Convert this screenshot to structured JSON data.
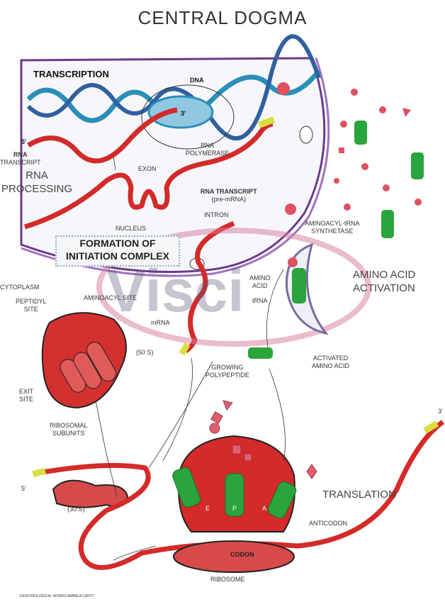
{
  "title": "CENTRAL DOGMA",
  "labels": {
    "transcription": "TRANSCRIPTION",
    "dna": "DNA",
    "three_prime_top": "3'",
    "five_prime_top": "5'",
    "rna_transcript": [
      "RNA",
      "TRANSCRIPT"
    ],
    "rna_polymerase": [
      "RNA",
      "POLYMERASE"
    ],
    "rna_processing": [
      "RNA",
      "PROCESSING"
    ],
    "exon": "EXON",
    "pre_mrna": [
      "RNA TRANSCRIPT",
      "(pre-mRNA)"
    ],
    "intron": "INTRON",
    "nucleus": "NUCLEUS",
    "initiation": [
      "FORMATION OF",
      "INITIATION COMPLEX"
    ],
    "synthetase": [
      "AMINOACYL-tRNA",
      "SYNTHETASE"
    ],
    "activation": [
      "AMINO ACID",
      "ACTIVATION"
    ],
    "cytoplasm": "CYTOPLASM",
    "peptidyl_site": [
      "PEPTIDYL",
      "SITE"
    ],
    "aminoacyl_site": "AMINOACYL SITE",
    "amino_acid": [
      "AMINO",
      "ACID"
    ],
    "trna": "tRNA",
    "mrna": "mRNA",
    "subunit_50s": "(50 S)",
    "exit_site": [
      "EXIT",
      "SITE"
    ],
    "growing_polypeptide": [
      "GROWING",
      "POLYPEPTIDE"
    ],
    "activated_amino_acid": [
      "ACTIVATED",
      "AMINO ACID"
    ],
    "ribosomal_subunits": [
      "RIBOSOMAL",
      "SUBUNITS"
    ],
    "five_prime_bottom": "5'",
    "subunit_30s": "(30 S)",
    "translation": "TRANSLATION",
    "anticodon": "ANTICODON",
    "codon": "CODON",
    "ribosome": "RIBOSOME",
    "three_prime_bottom": "3'",
    "site_e": "E",
    "site_p": "P",
    "site_a": "A"
  },
  "watermark": "Visci",
  "footer": "DESH BIOLOGICAL WORKS AMBALA CANTT",
  "colors": {
    "rna": "#d42a2a",
    "dna": "#2a8fb8",
    "trna": "#2aa43c",
    "membrane": "#7a3a9a",
    "ribosome": "#c81e28"
  }
}
